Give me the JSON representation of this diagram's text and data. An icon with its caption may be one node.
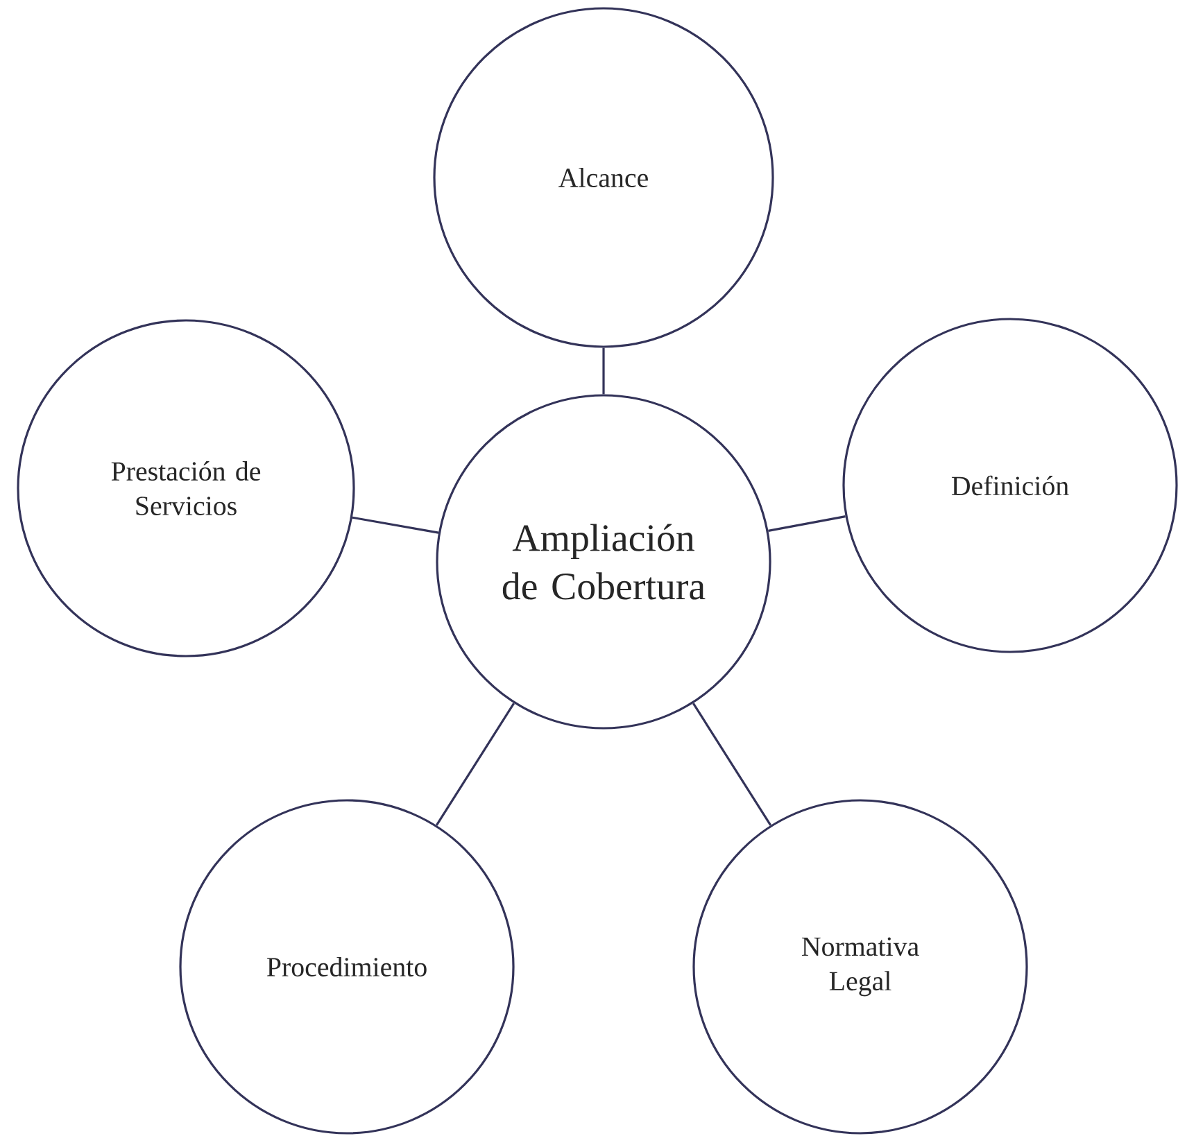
{
  "diagram": {
    "nodes": [
      {
        "text": [
          "Ampliación de Cobertura"
        ]
      },
      {
        "text": [
          "Alcance"
        ]
      },
      {
        "text": [
          "Prestación de Servicios"
        ]
      },
      {
        "text": [
          "Definición"
        ]
      },
      {
        "text": [
          "Procedimiento"
        ]
      },
      {
        "text": [
          "Normativa Legal"
        ]
      }
    ],
    "edges": [
      {
        "from": 0,
        "to": 1,
        "arrow": "none"
      },
      {
        "from": 0,
        "to": 2,
        "arrow": "none"
      },
      {
        "from": 0,
        "to": 3,
        "arrow": "none"
      },
      {
        "from": 0,
        "to": 4,
        "arrow": "none"
      },
      {
        "from": 0,
        "to": 5,
        "arrow": "none"
      }
    ]
  }
}
